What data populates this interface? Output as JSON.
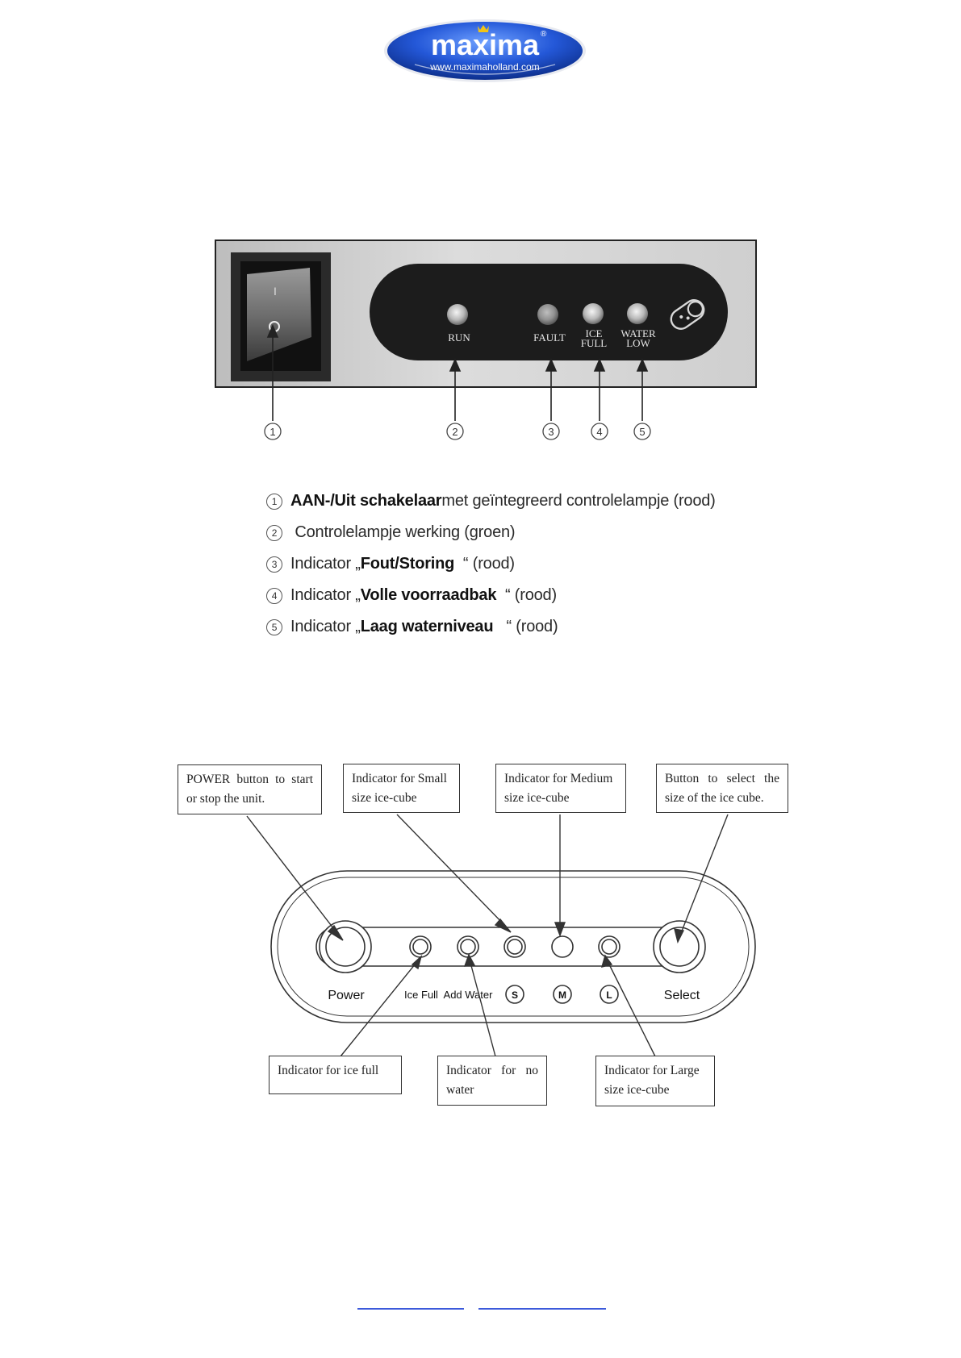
{
  "logo": {
    "brand": "maxima",
    "url": "www.maximaholland.com",
    "registered": "®"
  },
  "panel1": {
    "labels": {
      "run": "RUN",
      "fault": "FAULT",
      "ice_full_line1": "ICE",
      "ice_full_line2": "FULL",
      "water_low_line1": "WATER",
      "water_low_line2": "LOW"
    },
    "switch_on": "I",
    "numbers": [
      "1",
      "2",
      "3",
      "4",
      "5"
    ]
  },
  "legend": [
    {
      "num": "1",
      "pre": "",
      "bold": "AAN-/Uit schakelaar",
      "post": " met geïntegreerd controlelampje (rood)"
    },
    {
      "num": "2",
      "pre": " Controlelampje werking (groen)",
      "bold": "",
      "post": ""
    },
    {
      "num": "3",
      "pre": "Indicator „",
      "bold": "Fout/Storing",
      "post": "  “ (rood)"
    },
    {
      "num": "4",
      "pre": "Indicator „",
      "bold": "Volle voorraadbak",
      "post": "  “ (rood)"
    },
    {
      "num": "5",
      "pre": "Indicator „",
      "bold": "Laag waterniveau",
      "post": "   “ (rood)"
    }
  ],
  "panel2": {
    "labels": {
      "power": "Power",
      "ice_full": "Ice Full",
      "add_water": "Add Water",
      "s": "S",
      "m": "M",
      "l": "L",
      "select": "Select"
    },
    "callouts": {
      "power": "POWER button to start or stop the unit.",
      "small": "Indicator for Small size ice-cube",
      "medium": "Indicator for Medium size ice-cube",
      "select": "Button to select the size of the ice cube.",
      "ice_full": "Indicator for ice full",
      "no_water": "Indicator for no water",
      "large": "Indicator for Large size ice-cube"
    }
  },
  "colors": {
    "logo_blue": "#1f4fbf",
    "link_blue": "#3c5adb",
    "panel_dark": "#1c1c1c"
  }
}
